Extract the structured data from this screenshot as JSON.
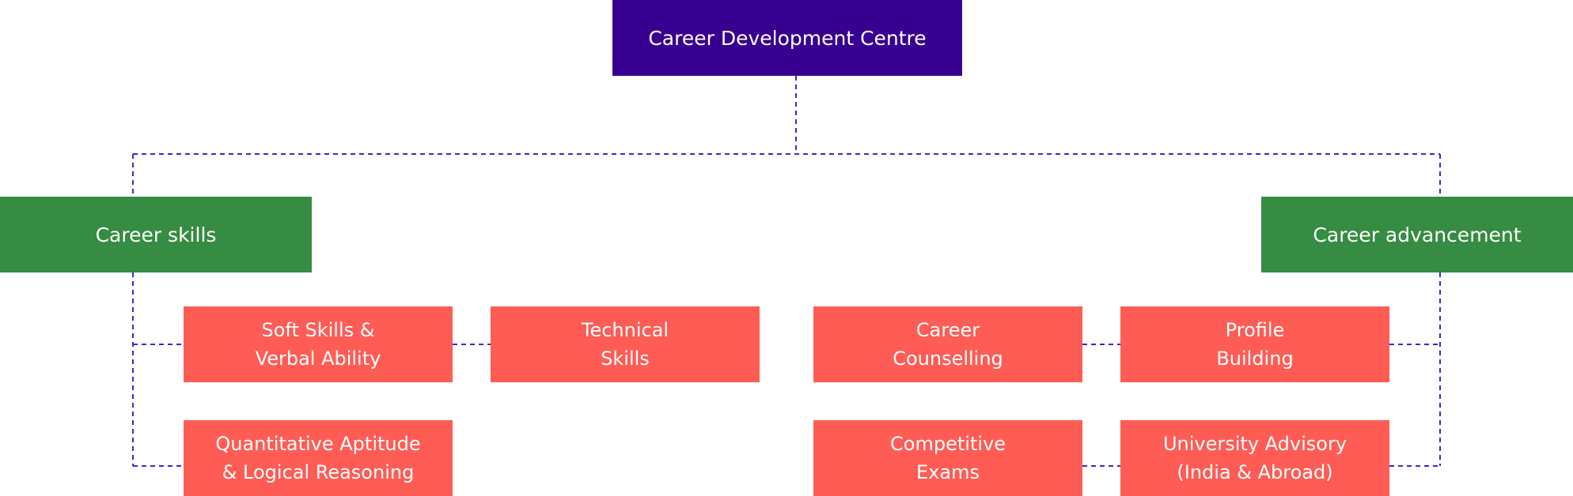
{
  "root": {
    "label": "Career Development Centre"
  },
  "career_skills": {
    "label": "Career skills",
    "items": [
      {
        "line1": "Soft Skills &",
        "line2": "Verbal Ability"
      },
      {
        "line1": "Technical",
        "line2": "Skills"
      },
      {
        "line1": "Quantitative Aptitude",
        "line2": "& Logical Reasoning"
      }
    ]
  },
  "career_advancement": {
    "label": "Career advancement",
    "items": [
      {
        "line1": "Career",
        "line2": "Counselling"
      },
      {
        "line1": "Profile",
        "line2": "Building"
      },
      {
        "line1": "Competitive",
        "line2": "Exams"
      },
      {
        "line1": "University Advisory",
        "line2": "(India & Abroad)"
      }
    ]
  },
  "colors": {
    "root": "#380090",
    "category": "#368c42",
    "item": "#fe5c55",
    "connector": "#3a2bc4"
  }
}
